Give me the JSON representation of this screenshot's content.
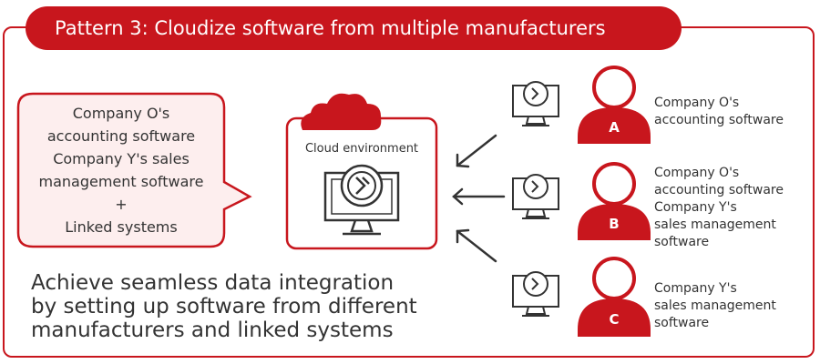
{
  "header": {
    "title": "Pattern 3: Cloudize software from multiple manufacturers"
  },
  "bubble": {
    "lines": [
      "Company O's",
      "accounting software",
      "Company Y's sales",
      "management software",
      "+",
      "Linked systems"
    ]
  },
  "cloud": {
    "label": "Cloud environment"
  },
  "users": [
    {
      "letter": "A",
      "lines": [
        "Company O's",
        "accounting software"
      ]
    },
    {
      "letter": "B",
      "lines": [
        "Company O's",
        "accounting software",
        "Company Y's",
        "sales management",
        "software"
      ]
    },
    {
      "letter": "C",
      "lines": [
        "Company Y's",
        "sales management",
        "software"
      ]
    }
  ],
  "summary": {
    "lines": [
      "Achieve seamless data integration",
      "by setting up software from different",
      "manufacturers and linked systems"
    ]
  },
  "colors": {
    "accent": "#c8161d",
    "bubble_fill": "#fdeeee",
    "text": "#333333"
  }
}
